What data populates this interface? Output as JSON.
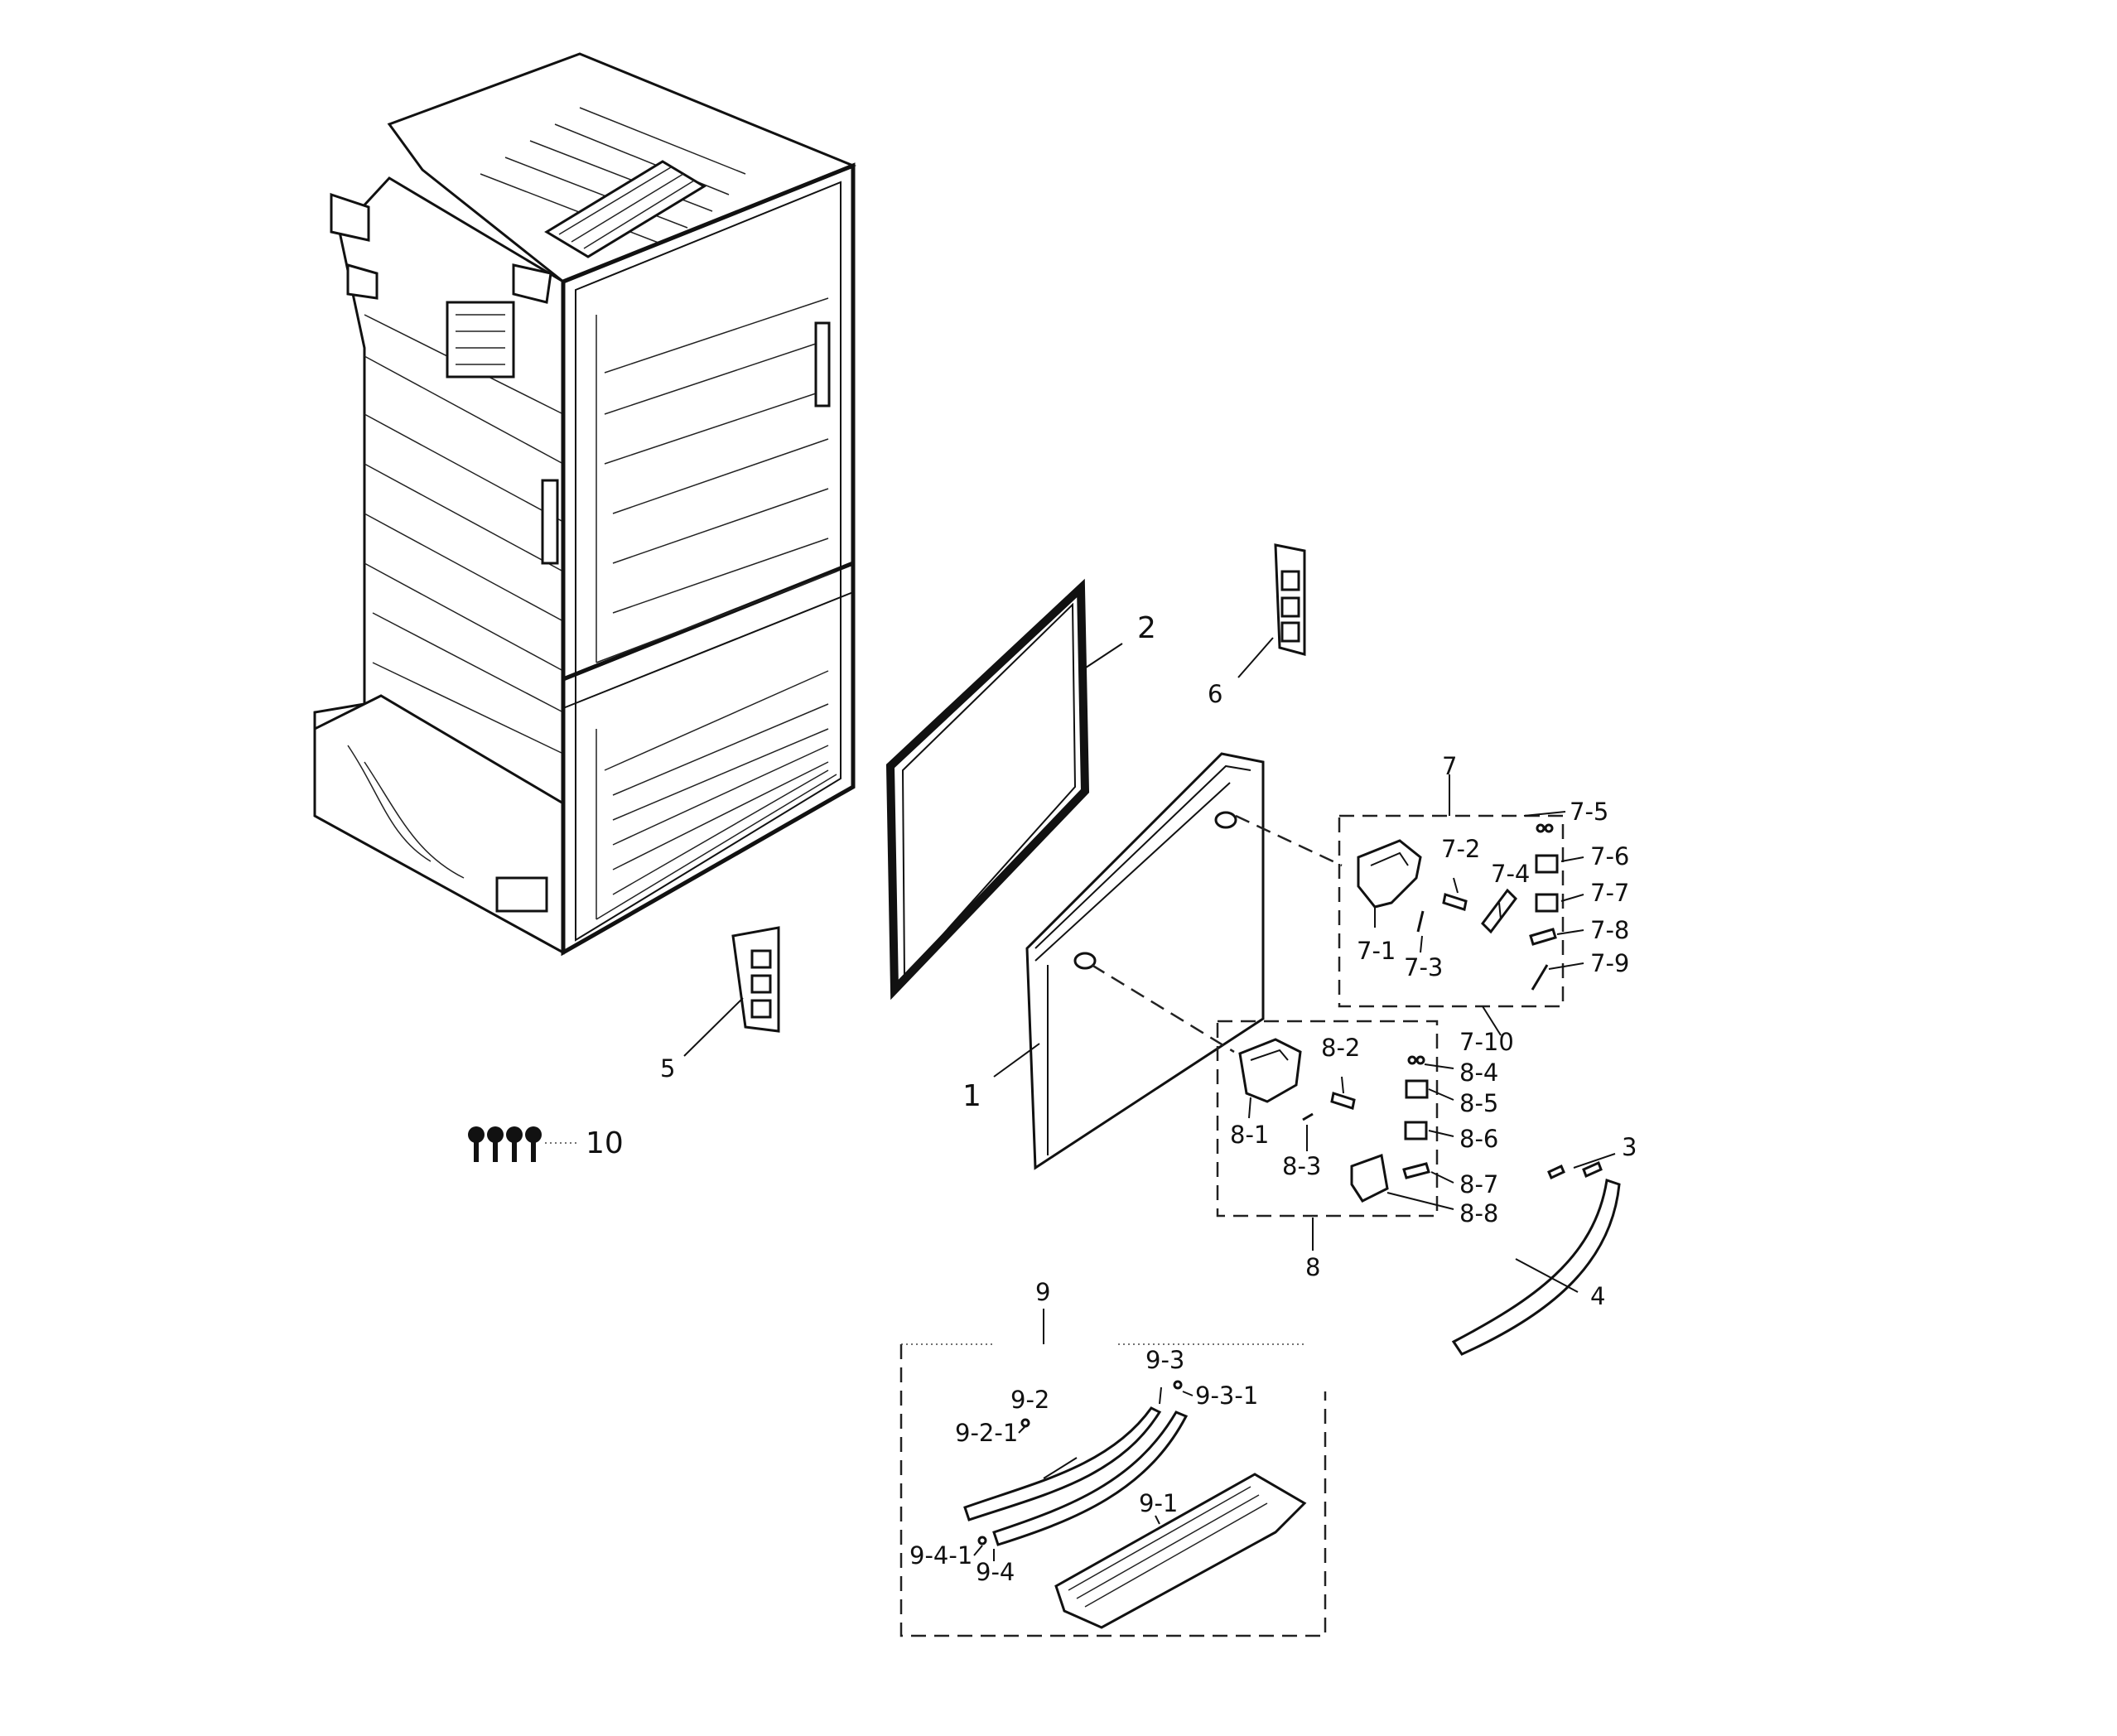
{
  "labels": {
    "p1": "1",
    "p2": "2",
    "p3": "3",
    "p4": "4",
    "p5": "5",
    "p6": "6",
    "p7": "7",
    "p7_1": "7-1",
    "p7_2": "7-2",
    "p7_3": "7-3",
    "p7_4": "7-4",
    "p7_5": "7-5",
    "p7_6": "7-6",
    "p7_7": "7-7",
    "p7_8": "7-8",
    "p7_9": "7-9",
    "p7_10": "7-10",
    "p8": "8",
    "p8_1": "8-1",
    "p8_2": "8-2",
    "p8_3": "8-3",
    "p8_4": "8-4",
    "p8_5": "8-5",
    "p8_6": "8-6",
    "p8_7": "8-7",
    "p8_8": "8-8",
    "p9": "9",
    "p9_1": "9-1",
    "p9_2": "9-2",
    "p9_2_1": "9-2-1",
    "p9_3": "9-3",
    "p9_3_1": "9-3-1",
    "p9_4": "9-4",
    "p9_4_1": "9-4-1",
    "p10": "10"
  }
}
